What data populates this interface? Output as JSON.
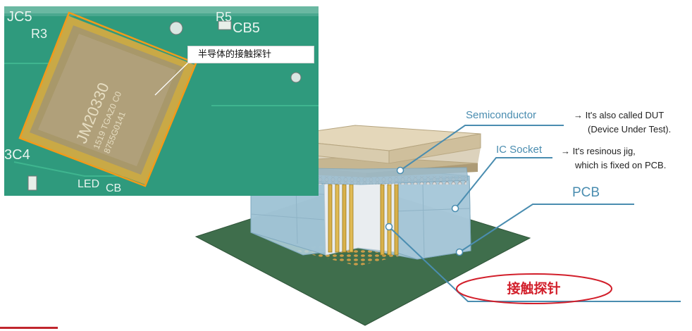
{
  "photo_callout": "半导体的接触探针",
  "chip_marking": {
    "part": "JM20330",
    "line2": "1519  TGAZ0  C0",
    "line3": "8755G0141"
  },
  "board_silkscreen": [
    "JC5",
    "R3",
    "CB5",
    "R5",
    "3C4",
    "LED",
    "CB"
  ],
  "labels": {
    "semiconductor": "Semiconductor",
    "ic_socket": "IC Socket",
    "pcb": "PCB",
    "contact_probe": "接触探针"
  },
  "notes": {
    "semiconductor_line1": "→ It's also called DUT",
    "semiconductor_line2": "(Device Under Test).",
    "socket_line1": "→ It's resinous jig,",
    "socket_line2": "which is fixed on PCB."
  },
  "colors": {
    "leader_line": "#4a8db0",
    "probe_ellipse": "#d21f2b",
    "pcb": "#3d6b4a",
    "socket": "#a8c9d9",
    "chip": "#dccfb3"
  }
}
